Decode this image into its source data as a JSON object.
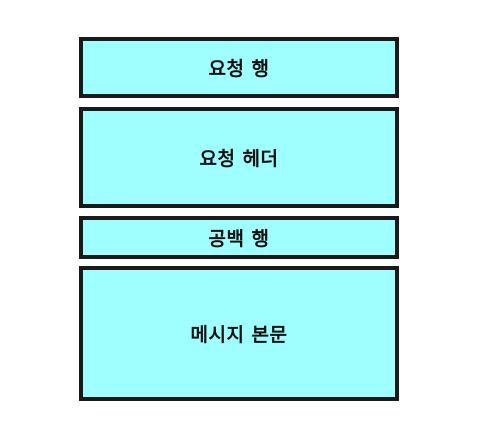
{
  "diagram": {
    "blocks": [
      {
        "label": "요청 행"
      },
      {
        "label": "요청 헤더"
      },
      {
        "label": "공백 행"
      },
      {
        "label": "메시지 본문"
      }
    ],
    "colors": {
      "fill": "#9fffff",
      "border": "#1a1a1a",
      "text": "#111111",
      "background": "#ffffff"
    }
  }
}
